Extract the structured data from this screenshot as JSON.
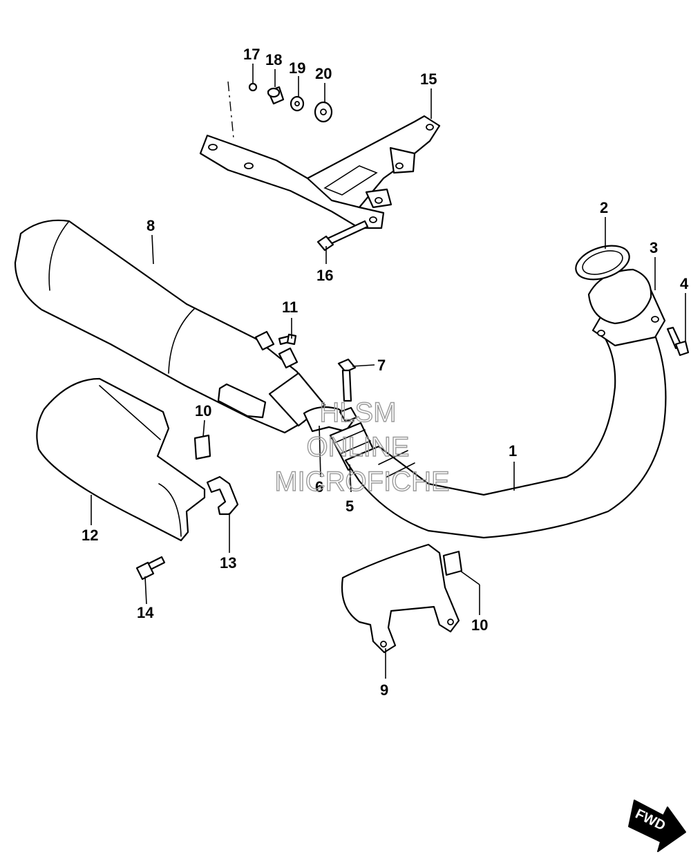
{
  "callouts": {
    "c1": "1",
    "c2": "2",
    "c3": "3",
    "c4": "4",
    "c5": "5",
    "c6": "6",
    "c7": "7",
    "c8": "8",
    "c9": "9",
    "c10a": "10",
    "c10b": "10",
    "c11": "11",
    "c12": "12",
    "c13": "13",
    "c14": "14",
    "c15": "15",
    "c16": "16",
    "c17": "17",
    "c18": "18",
    "c19": "19",
    "c20": "20"
  },
  "watermark": {
    "line1": "HLSM",
    "line2": "ONLINE",
    "line3": "MICROFICHE"
  },
  "fwd_label": "FWD",
  "colors": {
    "line": "#000000",
    "background": "#ffffff",
    "watermark": "#9a9a9a"
  }
}
